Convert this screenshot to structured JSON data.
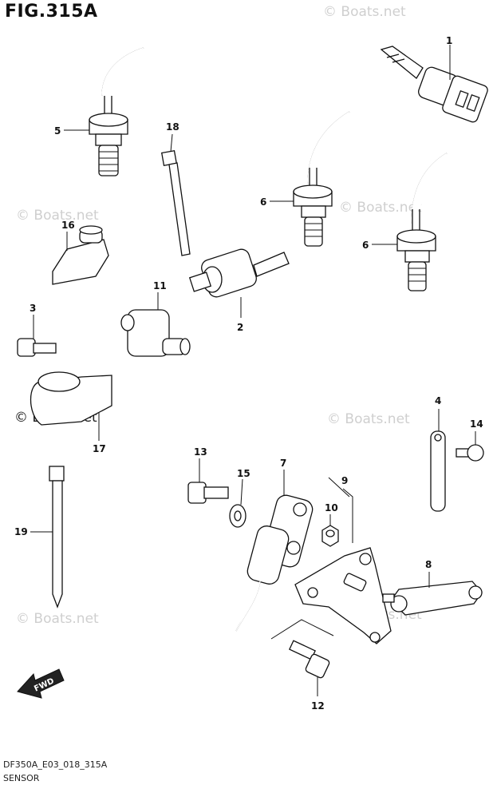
{
  "figure": {
    "title": "FIG.315A",
    "diagram_code": "DF350A_E03_018_315A",
    "section_name": "SENSOR"
  },
  "watermark": {
    "text": "© Boats.net"
  },
  "direction_arrow": {
    "label": "FWD"
  },
  "callouts": [
    {
      "id": "callout-1",
      "number": "1"
    },
    {
      "id": "callout-2",
      "number": "2"
    },
    {
      "id": "callout-3",
      "number": "3"
    },
    {
      "id": "callout-4",
      "number": "4"
    },
    {
      "id": "callout-5",
      "number": "5"
    },
    {
      "id": "callout-6a",
      "number": "6"
    },
    {
      "id": "callout-6b",
      "number": "6"
    },
    {
      "id": "callout-7",
      "number": "7"
    },
    {
      "id": "callout-8",
      "number": "8"
    },
    {
      "id": "callout-9",
      "number": "9"
    },
    {
      "id": "callout-10",
      "number": "10"
    },
    {
      "id": "callout-11",
      "number": "11"
    },
    {
      "id": "callout-12",
      "number": "12"
    },
    {
      "id": "callout-13",
      "number": "13"
    },
    {
      "id": "callout-14",
      "number": "14"
    },
    {
      "id": "callout-15",
      "number": "15"
    },
    {
      "id": "callout-16",
      "number": "16"
    },
    {
      "id": "callout-17",
      "number": "17"
    },
    {
      "id": "callout-18",
      "number": "18"
    },
    {
      "id": "callout-19",
      "number": "19"
    }
  ]
}
